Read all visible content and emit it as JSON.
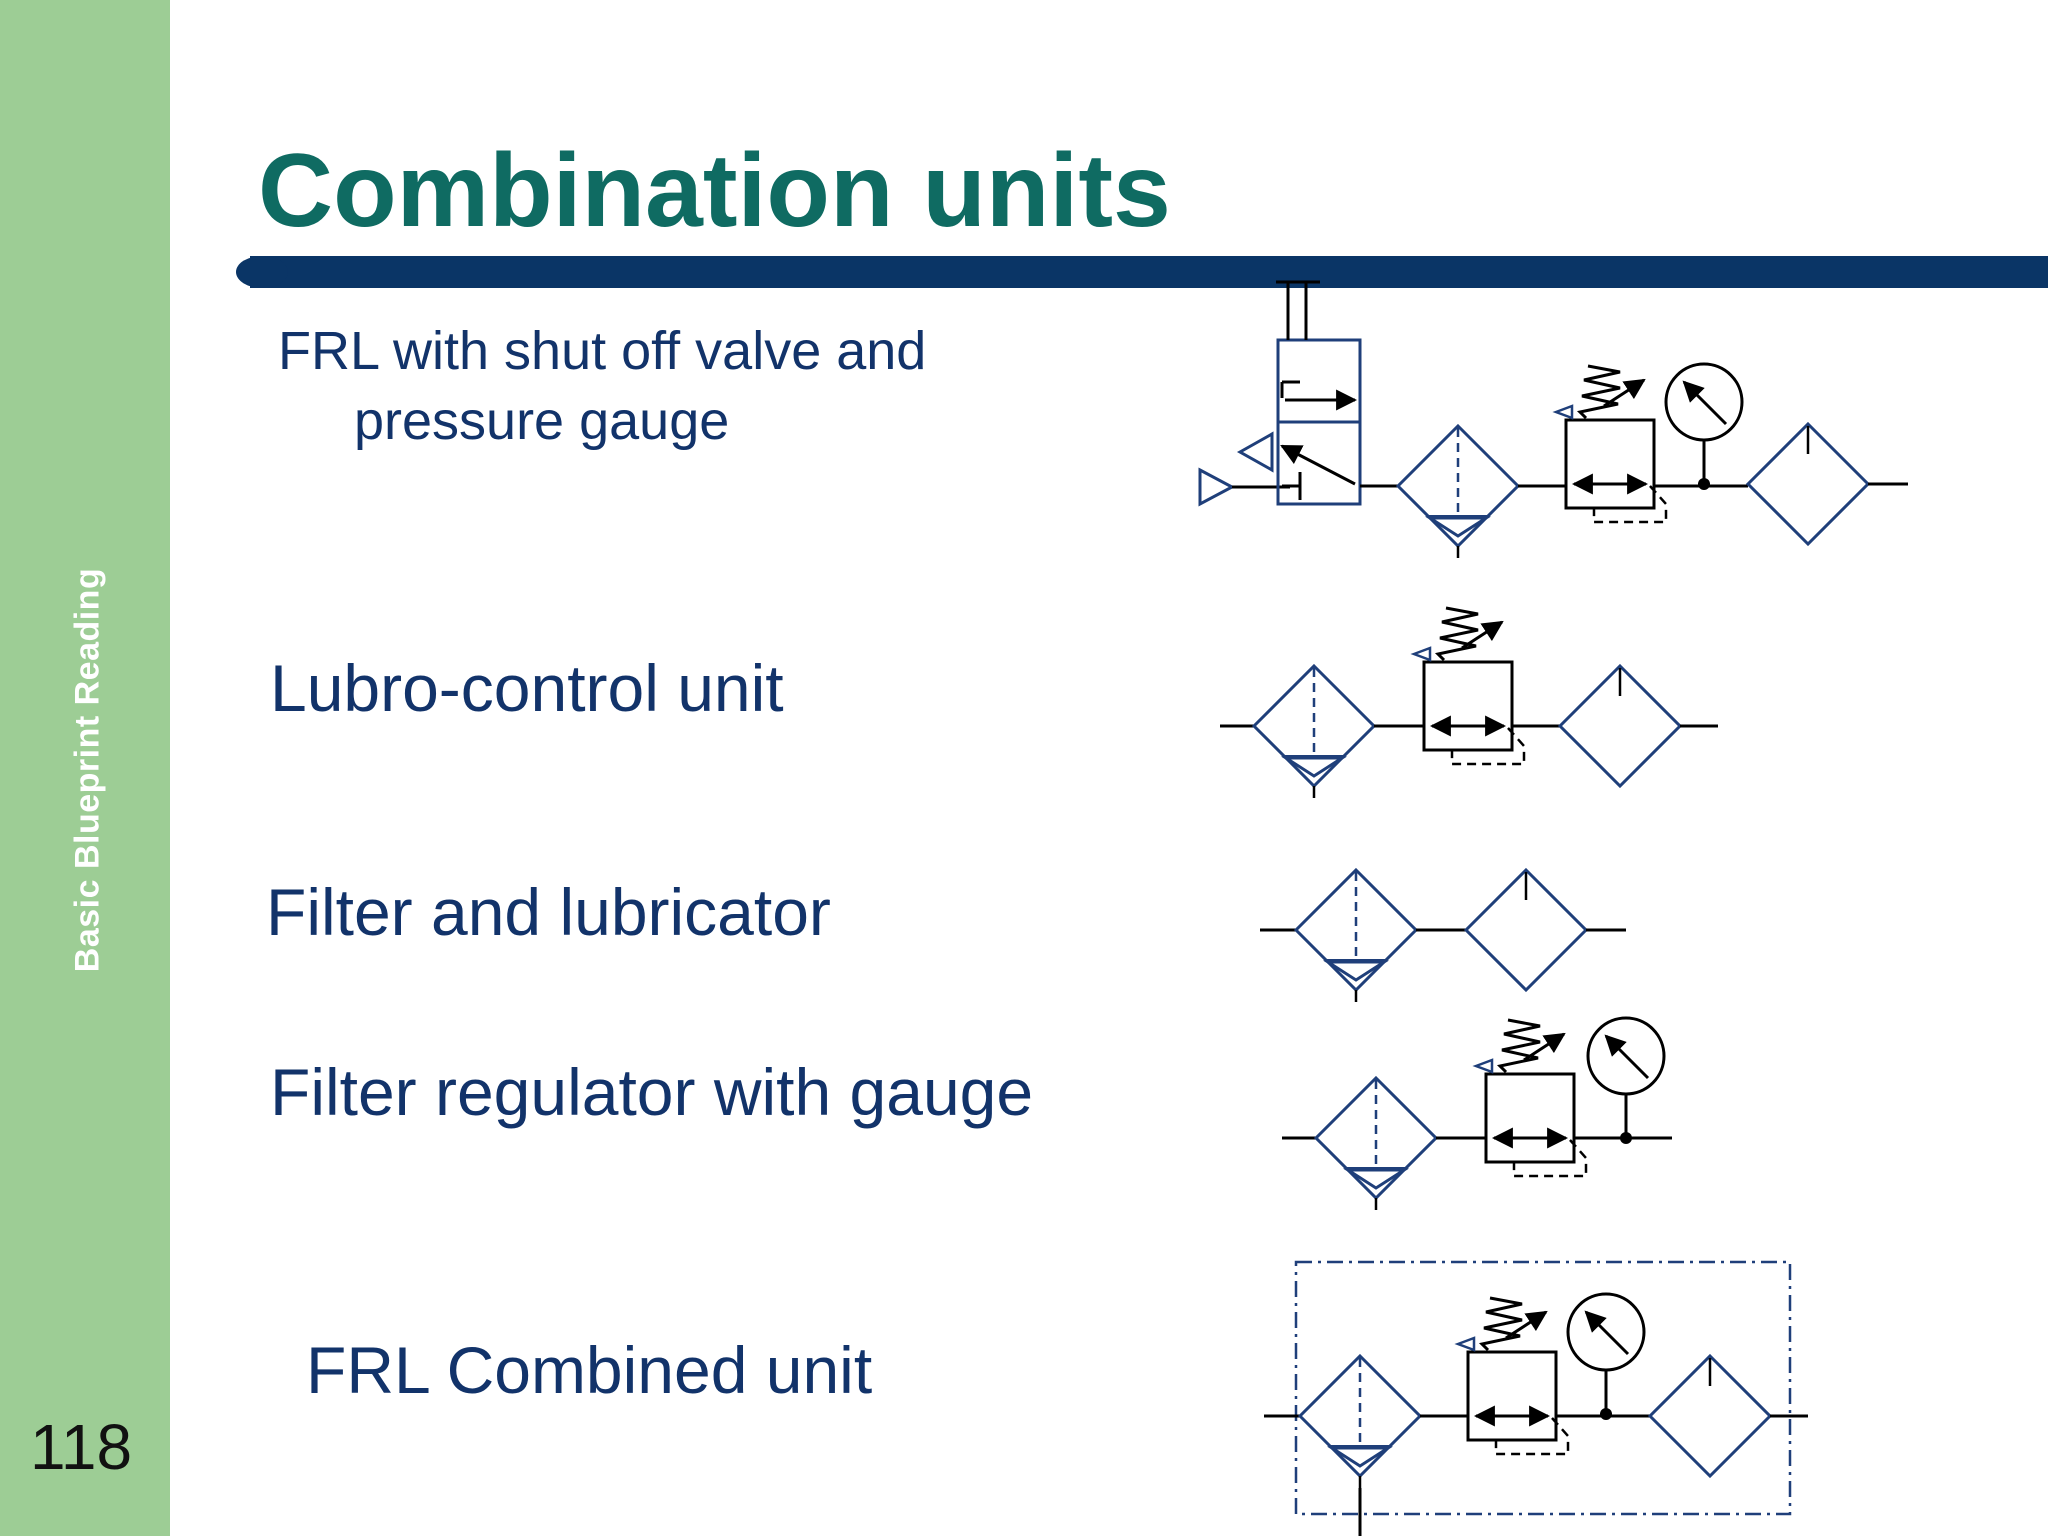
{
  "sidebar": {
    "running_title": "Basic Blueprint Reading",
    "page_number": "118"
  },
  "slide": {
    "title": "Combination units"
  },
  "items": [
    {
      "label_line1": "FRL with shut off valve and",
      "label_line2": "pressure gauge",
      "symbol": "frl-with-shutoff-valve-and-gauge"
    },
    {
      "label": "Lubro-control unit",
      "symbol": "filter-regulator-lubricator"
    },
    {
      "label": "Filter and lubricator",
      "symbol": "filter-lubricator"
    },
    {
      "label": "Filter regulator with gauge",
      "symbol": "filter-regulator-gauge"
    },
    {
      "label": "FRL Combined unit",
      "symbol": "frl-combined-unit-enclosed"
    }
  ],
  "colors": {
    "sidebar": "#9dcd95",
    "title": "#0f6b62",
    "label": "#12336a",
    "rule": "#0a3566",
    "symbol_blue": "#1f3f7a"
  }
}
